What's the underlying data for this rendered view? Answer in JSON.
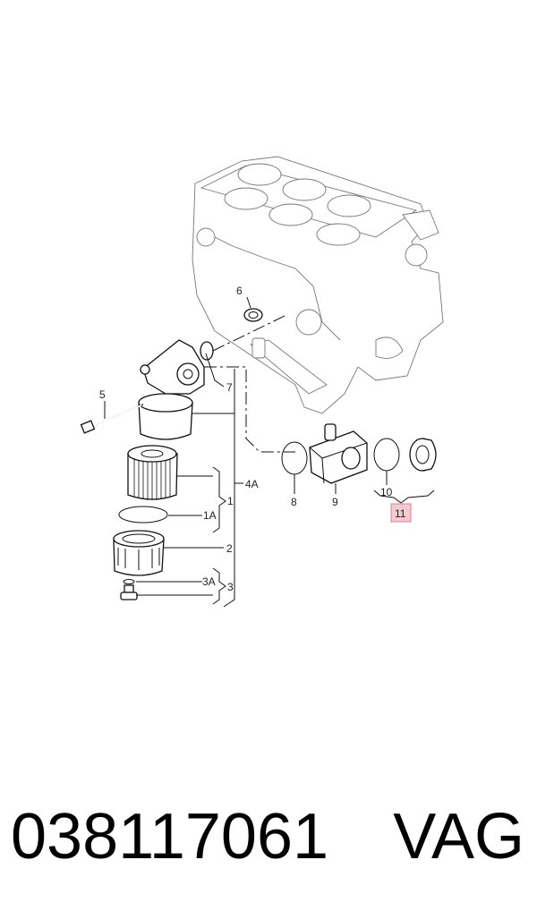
{
  "callouts": {
    "c1": "1",
    "c1a": "1A",
    "c2": "2",
    "c3": "3",
    "c3a": "3A",
    "c4a": "4A",
    "c5": "5",
    "c6": "6",
    "c7": "7",
    "c8": "8",
    "c9": "9",
    "c10": "10",
    "c11": "11"
  },
  "highlight_color": "#f7c9d0",
  "footer": {
    "part_number": "038117061",
    "brand": "VAG"
  }
}
